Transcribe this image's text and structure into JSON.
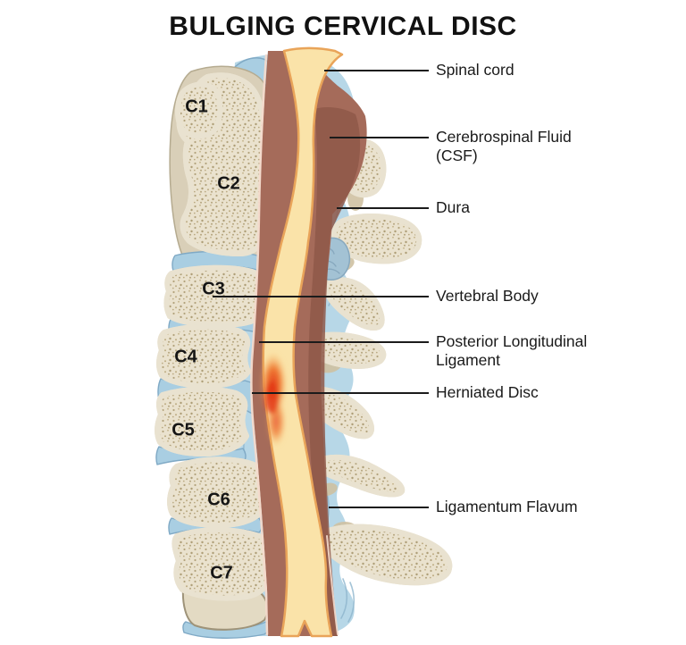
{
  "title": "BULGING CERVICAL DISC",
  "vertebrae": [
    {
      "label": "C1"
    },
    {
      "label": "C2"
    },
    {
      "label": "C3"
    },
    {
      "label": "C4"
    },
    {
      "label": "C5"
    },
    {
      "label": "C6"
    },
    {
      "label": "C7"
    }
  ],
  "annotations": [
    {
      "label": "Spinal cord"
    },
    {
      "label": "Cerebrospinal Fluid\n(CSF)"
    },
    {
      "label": "Dura"
    },
    {
      "label": "Vertebral Body"
    },
    {
      "label": "Posterior Longitudinal\nLigament"
    },
    {
      "label": "Herniated Disc"
    },
    {
      "label": "Ligamentum Flavum"
    }
  ],
  "colors": {
    "background": "#ffffff",
    "bone": "#EAE2CE",
    "bone_speckle": "#B3A37D",
    "bone_outline": "#9E9379",
    "canal_blue": "#B7D7E7",
    "disc_blue": "#A9CEE2",
    "blue_streak": "#8FB6CE",
    "dura_brown": "#A56B5A",
    "dura_dark": "#8E5849",
    "dura_edge_pink": "#F4DACC",
    "cord_yellow": "#FAE3A9",
    "cord_stripe": "#F0C87F",
    "cord_outline": "#E9A459",
    "herniation_red": "#E23415",
    "herniation_orange": "#EE742C",
    "leader_line": "#1b1b1b",
    "text": "#111111"
  }
}
